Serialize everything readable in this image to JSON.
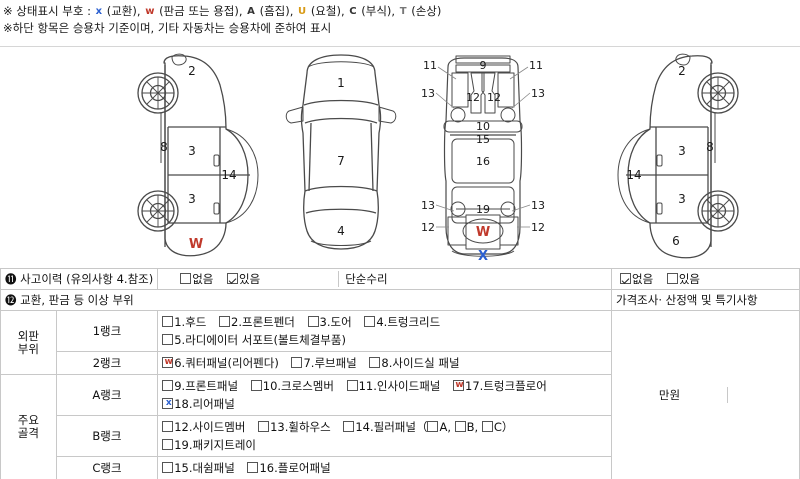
{
  "notes": {
    "line1_prefix": "※ 상태표시 부호 : ",
    "line1_parts": [
      {
        "sym": "x",
        "label": "(교환),",
        "color": "#2a5fd0"
      },
      {
        "sym": "w",
        "label": "(판금 또는 용접),",
        "color": "#c0392b"
      },
      {
        "sym": "A",
        "label": "(흠집),",
        "color": "#333333"
      },
      {
        "sym": "U",
        "label": "(요철),",
        "color": "#d89a16"
      },
      {
        "sym": "C",
        "label": "(부식),",
        "color": "#333333"
      },
      {
        "sym": "T",
        "label": "(손상)",
        "color": "#777777"
      }
    ],
    "line2": "※하단 항목은 승용차 기준이며, 기타 자동차는 승용차에 준하여 표시"
  },
  "diagram": {
    "left_side": {
      "labels": [
        "2",
        "8",
        "3",
        "3",
        "14"
      ],
      "marks": [
        {
          "sym": "w",
          "color": "#c0392b"
        }
      ]
    },
    "top_view": {
      "labels": [
        "1",
        "7",
        "4"
      ]
    },
    "underbody": {
      "labels": [
        "11",
        "9",
        "11",
        "13",
        "12",
        "12",
        "13",
        "10",
        "15",
        "16",
        "13",
        "19",
        "13",
        "12",
        "12"
      ],
      "marks": [
        {
          "sym": "W",
          "color": "#c0392b"
        },
        {
          "sym": "X",
          "color": "#2a5fd0"
        }
      ]
    },
    "right_side": {
      "labels": [
        "2",
        "3",
        "8",
        "3",
        "14",
        "6"
      ]
    }
  },
  "table": {
    "accident_history": {
      "number": "⓫",
      "label": "⓫ 사고이력 (유의사항 4.참조)",
      "opt_none": "없음",
      "opt_yes": "있음",
      "none_checked": false,
      "yes_checked": true
    },
    "simple_repair": {
      "label": "단순수리",
      "opt_none": "없음",
      "opt_yes": "있음",
      "none_checked": true,
      "yes_checked": false
    },
    "damage_section": {
      "number": "⓬",
      "label": "⓬ 교환, 판금 등 이상 부위",
      "note_header": "가격조사· 산정액 및 특기사항",
      "amount_unit": "만원"
    },
    "groups": [
      {
        "group_label": "외판\n부위",
        "group_label_lines": [
          "외판",
          "부위"
        ],
        "rows": [
          {
            "rank": "1랭크",
            "lines": [
              [
                {
                  "n": "1",
                  "text": "1.후드",
                  "mark": ""
                },
                {
                  "n": "2",
                  "text": "2.프론트펜더",
                  "mark": ""
                },
                {
                  "n": "3",
                  "text": "3.도어",
                  "mark": ""
                },
                {
                  "n": "4",
                  "text": "4.트렁크리드",
                  "mark": ""
                }
              ],
              [
                {
                  "n": "5",
                  "text": "5.라디에이터 서포트(볼트체결부품)",
                  "mark": ""
                }
              ]
            ]
          },
          {
            "rank": "2랭크",
            "lines": [
              [
                {
                  "n": "6",
                  "text": "6.쿼터패널(리어펜다)",
                  "mark": "w"
                },
                {
                  "n": "7",
                  "text": "7.루브패널",
                  "mark": ""
                },
                {
                  "n": "8",
                  "text": "8.사이드실 패널",
                  "mark": ""
                }
              ]
            ]
          }
        ]
      },
      {
        "group_label_lines": [
          "주요",
          "골격"
        ],
        "rows": [
          {
            "rank": "A랭크",
            "lines": [
              [
                {
                  "n": "9",
                  "text": "9.프론트패널",
                  "mark": ""
                },
                {
                  "n": "10",
                  "text": "10.크로스멤버",
                  "mark": ""
                },
                {
                  "n": "11",
                  "text": "11.인사이드패널",
                  "mark": ""
                },
                {
                  "n": "17",
                  "text": "17.트렁크플로어",
                  "mark": "w"
                }
              ],
              [
                {
                  "n": "18",
                  "text": "18.리어패널",
                  "mark": "x"
                }
              ]
            ]
          },
          {
            "rank": "B랭크",
            "lines": [
              [
                {
                  "n": "12",
                  "text": "12.사이드멤버",
                  "mark": ""
                },
                {
                  "n": "13",
                  "text": "13.휠하우스",
                  "mark": ""
                },
                {
                  "n": "14",
                  "text": "14.필러패널",
                  "mark": "",
                  "sub": [
                    "A,",
                    "B,",
                    "C"
                  ],
                  "sub_open": "（",
                  "sub_close": "）"
                },
                {
                  "n": "19",
                  "text": "19.패키지트레이",
                  "mark": ""
                }
              ]
            ]
          },
          {
            "rank": "C랭크",
            "lines": [
              [
                {
                  "n": "15",
                  "text": "15.대쉼패널",
                  "mark": ""
                },
                {
                  "n": "16",
                  "text": "16.플로어패널",
                  "mark": ""
                }
              ]
            ]
          }
        ]
      }
    ]
  },
  "colors": {
    "mark_w": "#c0392b",
    "mark_x": "#2a5fd0",
    "line": "#c8c8c8",
    "diagram_stroke": "#4a4a4a"
  }
}
